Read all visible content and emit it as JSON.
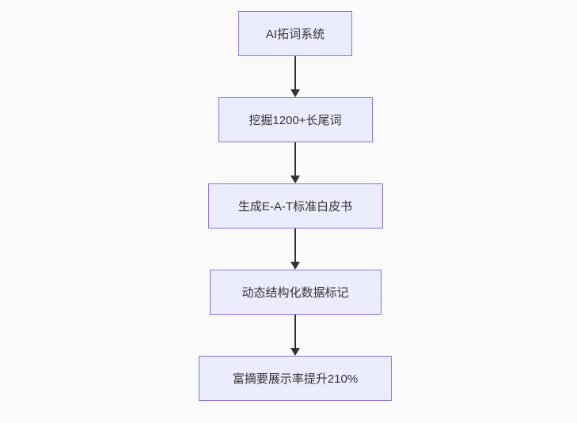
{
  "colors": {
    "page_background": "#fafafa",
    "node_fill": "#ececff",
    "node_border": "#9370db",
    "node_text": "#333333",
    "arrow": "#333333"
  },
  "flowchart": {
    "direction": "top-down",
    "nodes": [
      {
        "id": "n1",
        "label": "AI拓词系统"
      },
      {
        "id": "n2",
        "label": "挖掘1200+长尾词"
      },
      {
        "id": "n3",
        "label": "生成E-A-T标准白皮书"
      },
      {
        "id": "n4",
        "label": "动态结构化数据标记"
      },
      {
        "id": "n5",
        "label": "富摘要展示率提升210%"
      }
    ],
    "edges": [
      {
        "from": "n1",
        "to": "n2"
      },
      {
        "from": "n2",
        "to": "n3"
      },
      {
        "from": "n3",
        "to": "n4"
      },
      {
        "from": "n4",
        "to": "n5"
      }
    ]
  }
}
